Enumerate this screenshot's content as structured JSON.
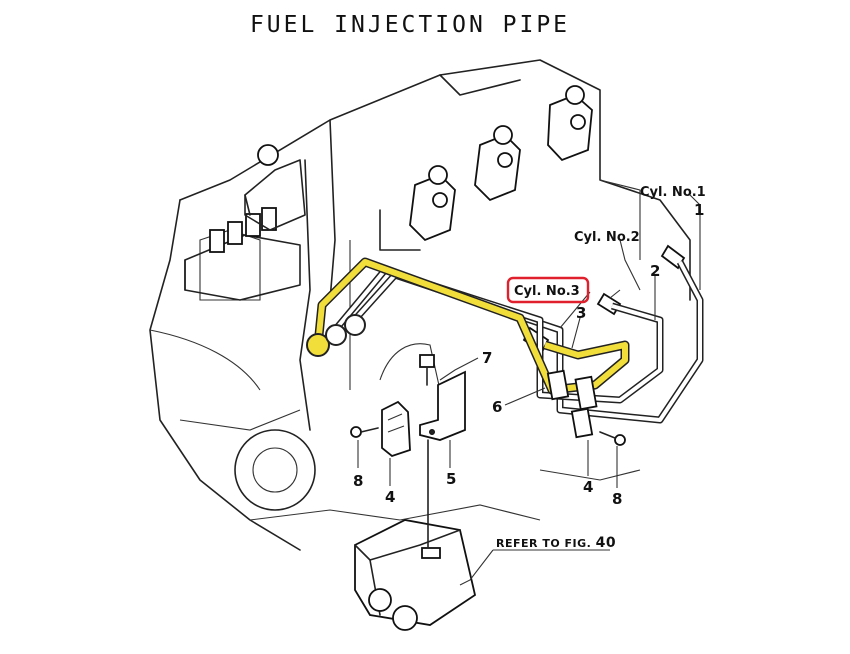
{
  "title": "FUEL INJECTION PIPE",
  "cylinders": [
    {
      "label": "Cyl. No.1"
    },
    {
      "label": "Cyl. No.2"
    },
    {
      "label": "Cyl. No.3",
      "highlight_color": "#e0202c"
    }
  ],
  "callouts": {
    "c1": "1",
    "c2": "2",
    "c3": "3",
    "c4a": "4",
    "c4b": "4",
    "c5": "5",
    "c6": "6",
    "c7": "7",
    "c8a": "8",
    "c8b": "8"
  },
  "reference": {
    "prefix": "REFER TO FIG.",
    "number": "40"
  },
  "colors": {
    "highlighted_pipe": "#f2de3a",
    "highlight_box": "#e0202c",
    "line_art": "#222222"
  }
}
